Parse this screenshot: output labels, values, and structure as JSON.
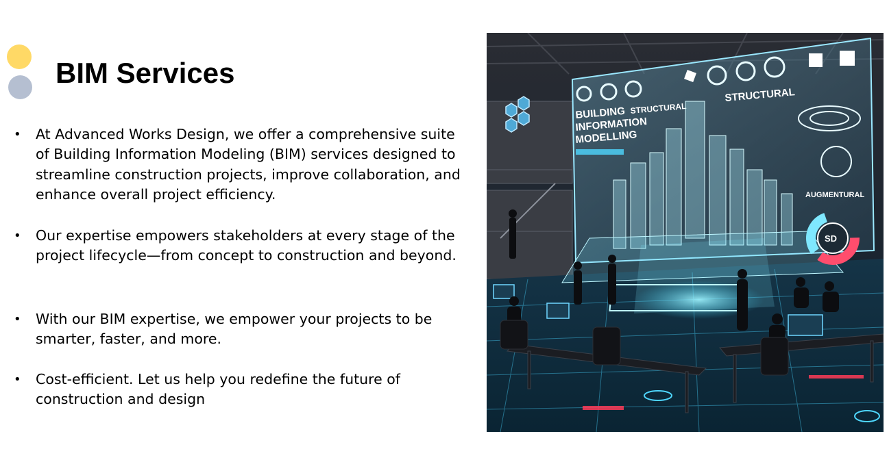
{
  "slide": {
    "title": "BIM Services",
    "bullet_symbol": "•",
    "bullets": [
      {
        "text": "At Advanced Works Design, we offer a comprehensive suite of Building Information Modeling (BIM) services designed to streamline construction projects, improve collaboration, and enhance overall project efficiency."
      },
      {
        "text": "Our expertise empowers stakeholders at every stage of the project lifecycle—from concept to construction and beyond."
      },
      {
        "text": "With our BIM expertise, we empower your projects to be smarter, faster, and more."
      },
      {
        "text": "Cost-efficient. Let us help you redefine the future of construction and design"
      }
    ]
  },
  "image": {
    "labels": {
      "bim_line1": "BUILDING",
      "bim_line2": "INFORMATION",
      "bim_line3": "MODELLING",
      "structural_small": "STRUCTURAL",
      "structural_large": "STRUCTURAL",
      "augmentural": "AUGMENTURAL",
      "ring_label": "SD"
    }
  },
  "colors": {
    "dot_yellow": "#ffd966",
    "dot_blue": "#b5bfd1",
    "holo_cyan": "#7fe8ff",
    "ring_red": "#ff4d6d"
  }
}
